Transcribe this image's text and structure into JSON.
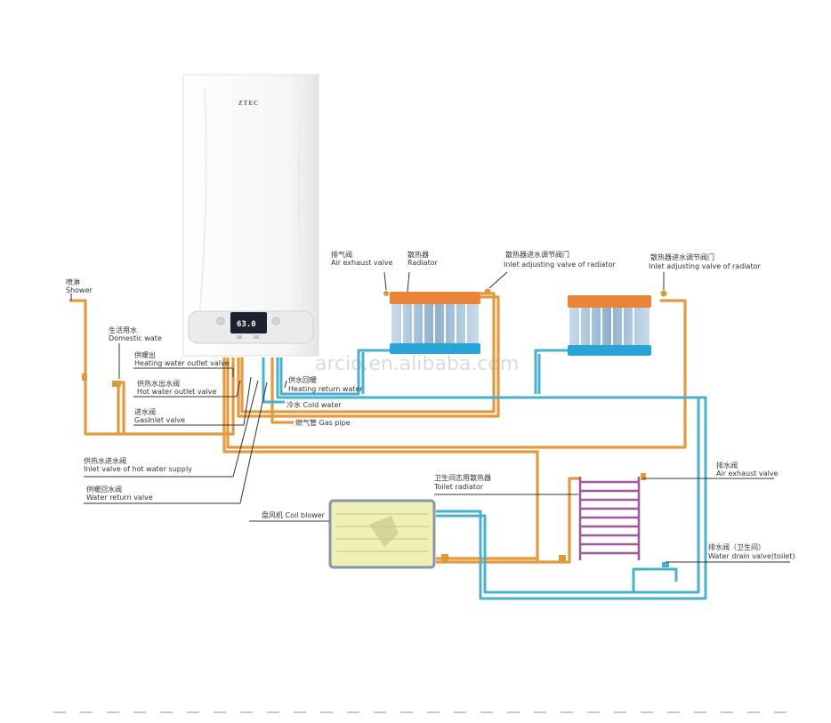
{
  "colors": {
    "hot_pipe": "#e39a3e",
    "cold_pipe": "#4ab1cc",
    "toilet_radiator": "#a0559c",
    "radiator_top": "#e88538",
    "radiator_bottom": "#2aa3d6",
    "radiator_fins": "#9fbcd6",
    "coil": "#eef0b8",
    "leader_line": "#333333"
  },
  "boiler": {
    "brand": "ZTEC",
    "display": "63.0"
  },
  "watermark": "arcio.en.alibaba.com",
  "labels": {
    "shower_cn": "喷淋",
    "shower_en": "Shower",
    "domestic_cn": "生活用水",
    "domestic_en": "Domestic wate",
    "heating_out_cn": "供暖出",
    "heating_out_en": "Heating water outlet valve",
    "hot_out_cn": "供热水出水阀",
    "hot_out_en": "Hot water outlet valve",
    "gas_in_cn": "进水阀",
    "gas_in_en": "GasInlet valve",
    "return_heat_cn": "供水回暖",
    "return_heat_en": "Heating return water",
    "cold_water": "冷水 Cold  water",
    "gas_pipe": "燃气管 Gas pipe",
    "inlet_hot_cn": "供热水进水阀",
    "inlet_hot_en": "Inlet valve of hot water supply",
    "return_valve_cn": "供暖回水阀",
    "return_valve_en": "Water return valve",
    "coil_blower": "盘风机 Coil blower",
    "air_exhaust_cn": "排气阀",
    "air_exhaust_en": "Air exhaust valve",
    "radiator_cn": "散热器",
    "radiator_en": "Radiator",
    "inlet_adj1_cn": "散热器进水调节阀门",
    "inlet_adj1_en": "Inlet adjusting valve of radiator",
    "inlet_adj2_cn": "散热器进水调节阀门",
    "inlet_adj2_en": "Inlet adjusting valve of radiator",
    "toilet_radiator_cn": "卫生间志用散热器",
    "toilet_radiator_en": "Toilet radiator",
    "air_exhaust2_cn": "排水阀",
    "air_exhaust2_en": "Air exhaust valve",
    "drain_cn": "排水阀（卫生间）",
    "drain_en": "Water drain valve(toilet)"
  }
}
